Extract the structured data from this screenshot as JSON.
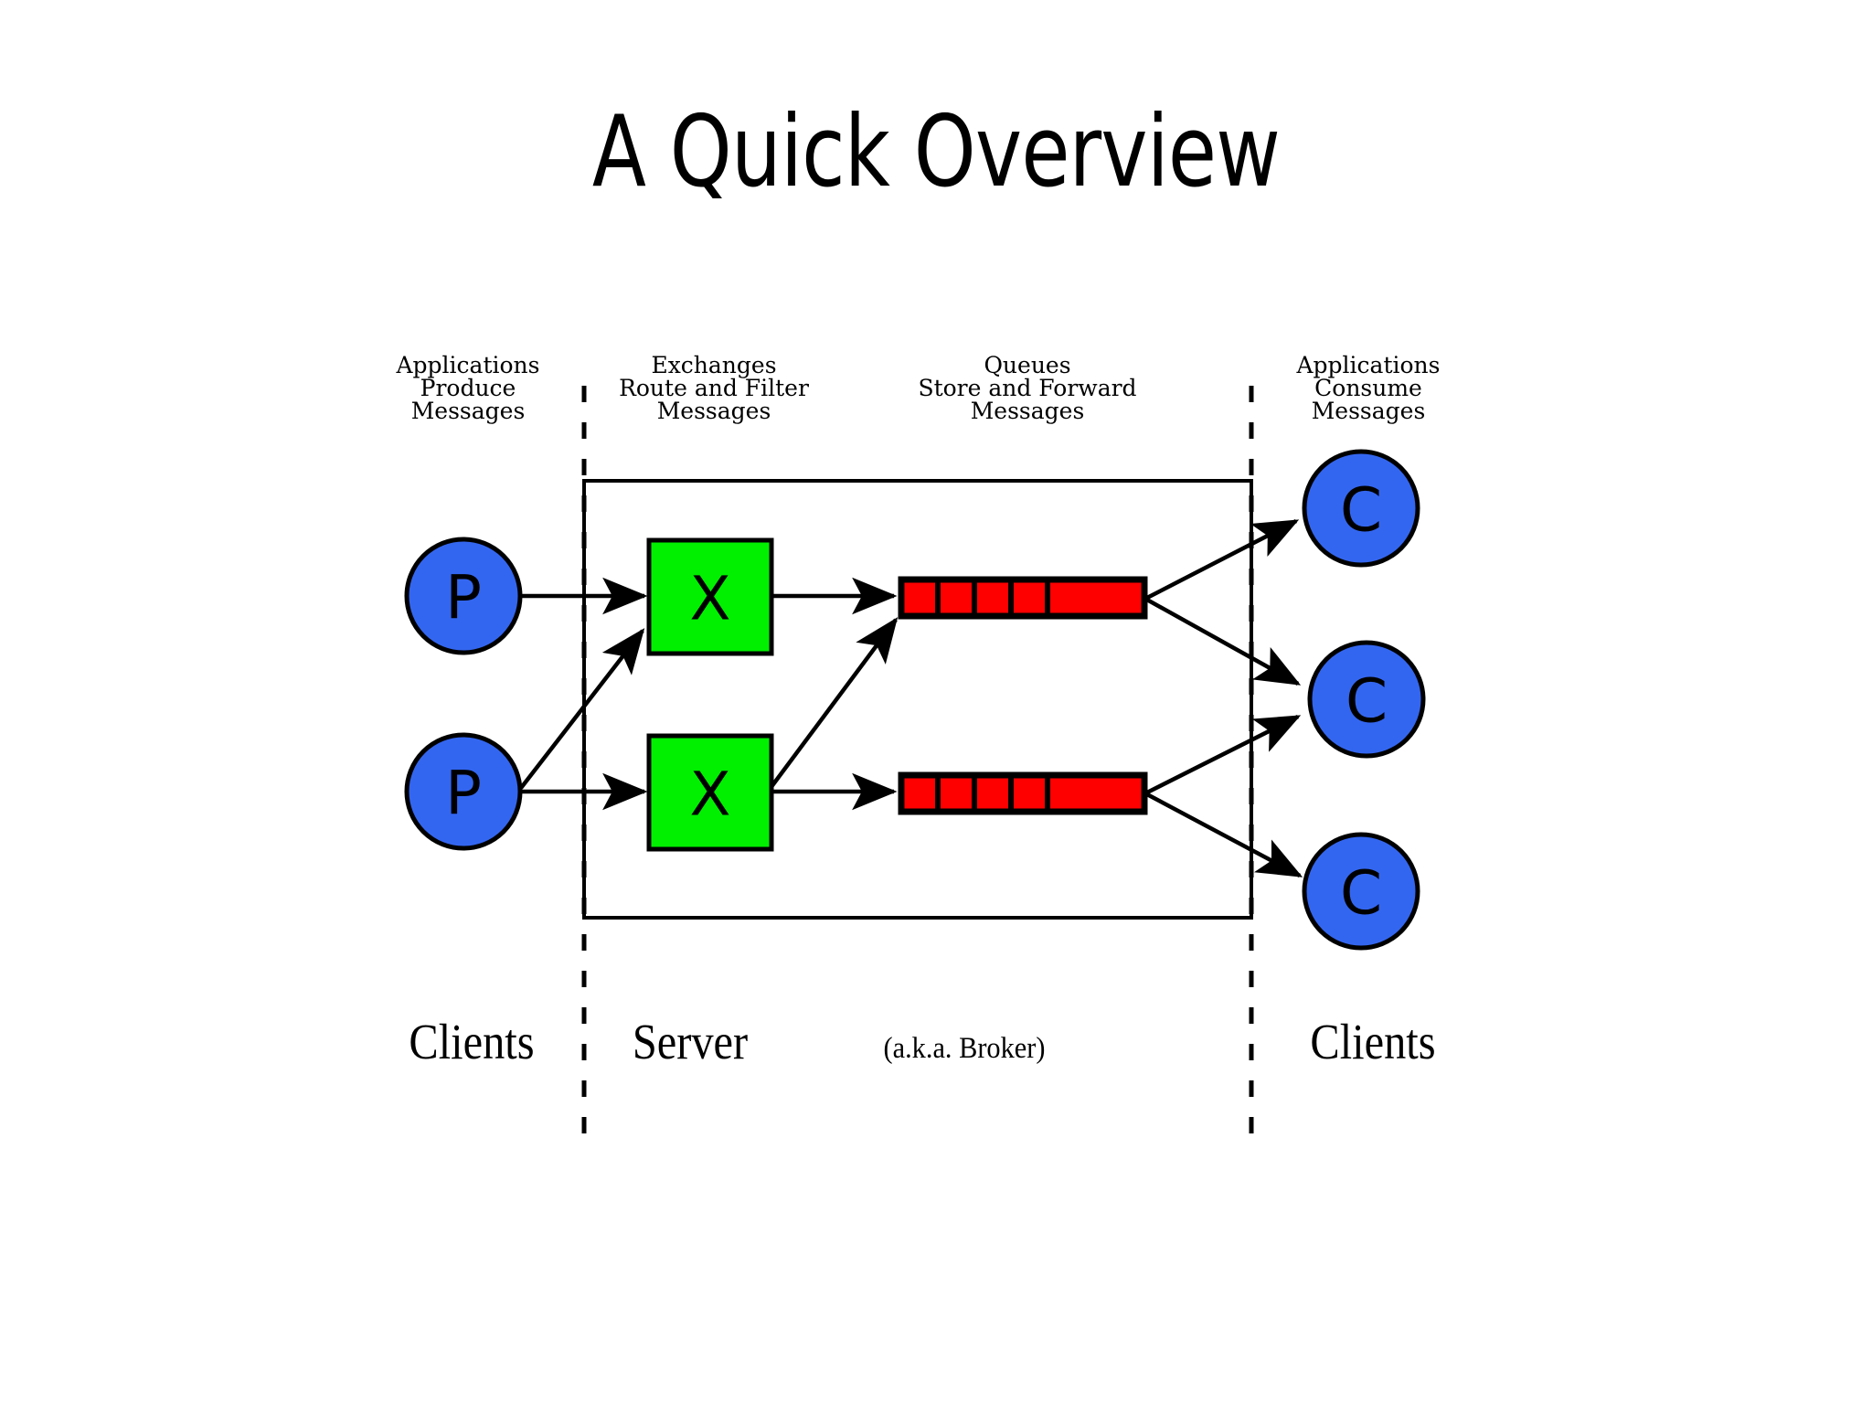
{
  "slide": {
    "title": "A Quick Overview",
    "background_color": "#ffffff"
  },
  "colors": {
    "producer_consumer_fill": "#3366f0",
    "exchange_fill": "#00f000",
    "queue_fill": "#ff0000",
    "stroke": "#000000",
    "text": "#000000"
  },
  "column_headers": [
    {
      "id": "producers",
      "line1": "Applications",
      "line2": "Produce",
      "line3": "Messages"
    },
    {
      "id": "exchanges",
      "line1": "Exchanges",
      "line2": "Route and Filter",
      "line3": "Messages"
    },
    {
      "id": "queues",
      "line1": "Queues",
      "line2": "Store and Forward",
      "line3": "Messages"
    },
    {
      "id": "consumers",
      "line1": "Applications",
      "line2": "Consume",
      "line3": "Messages"
    }
  ],
  "zones": [
    {
      "id": "left-clients",
      "label": "Clients",
      "sub": ""
    },
    {
      "id": "server",
      "label": "Server",
      "sub": "(a.k.a. Broker)"
    },
    {
      "id": "right-clients",
      "label": "Clients",
      "sub": ""
    }
  ],
  "nodes": {
    "producers": [
      {
        "id": "producer-1",
        "glyph": "P"
      },
      {
        "id": "producer-2",
        "glyph": "P"
      }
    ],
    "exchanges": [
      {
        "id": "exchange-1",
        "glyph": "X"
      },
      {
        "id": "exchange-2",
        "glyph": "X"
      }
    ],
    "queues": [
      {
        "id": "queue-1",
        "segments": 5
      },
      {
        "id": "queue-2",
        "segments": 5
      }
    ],
    "consumers": [
      {
        "id": "consumer-1",
        "glyph": "C"
      },
      {
        "id": "consumer-2",
        "glyph": "C"
      },
      {
        "id": "consumer-3",
        "glyph": "C"
      }
    ]
  },
  "connections": [
    {
      "from": "producer-1",
      "to": "exchange-1"
    },
    {
      "from": "producer-2",
      "to": "exchange-2"
    },
    {
      "from": "producer-2",
      "to": "exchange-1"
    },
    {
      "from": "exchange-1",
      "to": "queue-1"
    },
    {
      "from": "exchange-2",
      "to": "queue-2"
    },
    {
      "from": "exchange-2",
      "to": "queue-1"
    },
    {
      "from": "queue-1",
      "to": "consumer-1"
    },
    {
      "from": "queue-1",
      "to": "consumer-2"
    },
    {
      "from": "queue-2",
      "to": "consumer-2"
    },
    {
      "from": "queue-2",
      "to": "consumer-3"
    }
  ]
}
